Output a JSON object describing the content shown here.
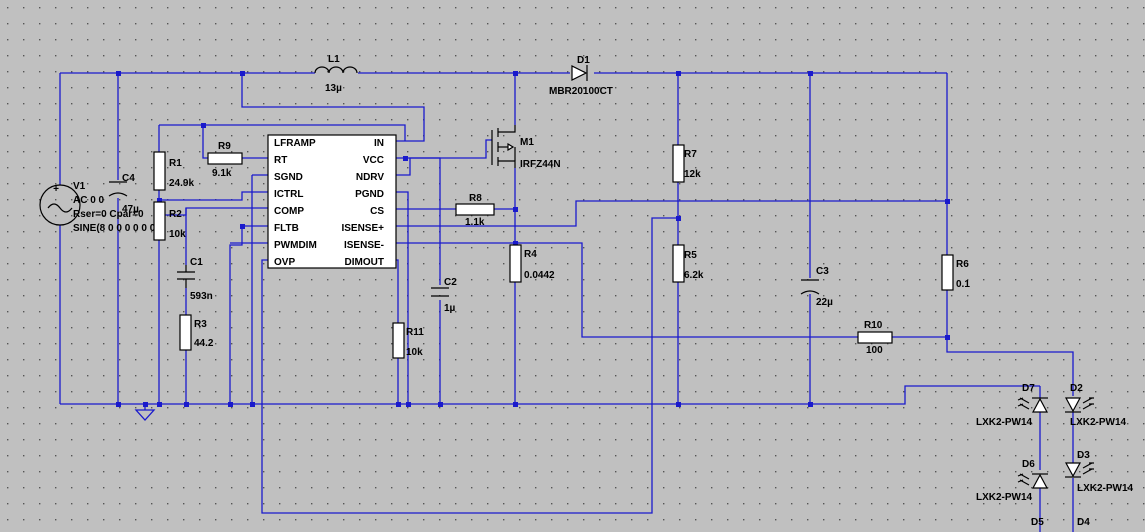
{
  "components": {
    "L1": {
      "ref": "L1",
      "value": "13µ"
    },
    "D1": {
      "ref": "D1",
      "value": "MBR20100CT"
    },
    "M1": {
      "ref": "M1",
      "value": "IRFZ44N"
    },
    "V1": {
      "ref": "V1",
      "lines": [
        "AC 0 0",
        "Rser=0 Cpar=0",
        "SINE(8 0 0 0 0 0 0)"
      ]
    },
    "C4": {
      "ref": "C4",
      "value": "47µ"
    },
    "R1": {
      "ref": "R1",
      "value": "24.9k"
    },
    "R2": {
      "ref": "R2",
      "value": "10k"
    },
    "R9": {
      "ref": "R9",
      "value": "9.1k"
    },
    "C1": {
      "ref": "C1",
      "value": "593n"
    },
    "R3": {
      "ref": "R3",
      "value": "44.2"
    },
    "R8": {
      "ref": "R8",
      "value": "1.1k"
    },
    "R4": {
      "ref": "R4",
      "value": "0.0442"
    },
    "R7": {
      "ref": "R7",
      "value": "12k"
    },
    "R5": {
      "ref": "R5",
      "value": "6.2k"
    },
    "C3": {
      "ref": "C3",
      "value": "22µ"
    },
    "R6": {
      "ref": "R6",
      "value": "0.1"
    },
    "R10": {
      "ref": "R10",
      "value": "100"
    },
    "C2": {
      "ref": "C2",
      "value": "1µ"
    },
    "R11": {
      "ref": "R11",
      "value": "10k"
    },
    "D7": {
      "ref": "D7",
      "value": "LXK2-PW14"
    },
    "D2": {
      "ref": "D2",
      "value": "LXK2-PW14"
    },
    "D6": {
      "ref": "D6",
      "value": "LXK2-PW14"
    },
    "D3": {
      "ref": "D3",
      "value": "LXK2-PW14"
    },
    "D5": {
      "ref": "D5"
    },
    "D4": {
      "ref": "D4"
    }
  },
  "ic": {
    "left_pins": [
      "LFRAMP",
      "RT",
      "SGND",
      "ICTRL",
      "COMP",
      "FLTB",
      "PWMDIM",
      "OVP"
    ],
    "right_pins": [
      "IN",
      "VCC",
      "NDRV",
      "PGND",
      "CS",
      "ISENSE+",
      "ISENSE-",
      "DIMOUT"
    ]
  },
  "colors": {
    "background": "#c0c0c0",
    "wire": "#1a1acc",
    "component": "#000000"
  }
}
